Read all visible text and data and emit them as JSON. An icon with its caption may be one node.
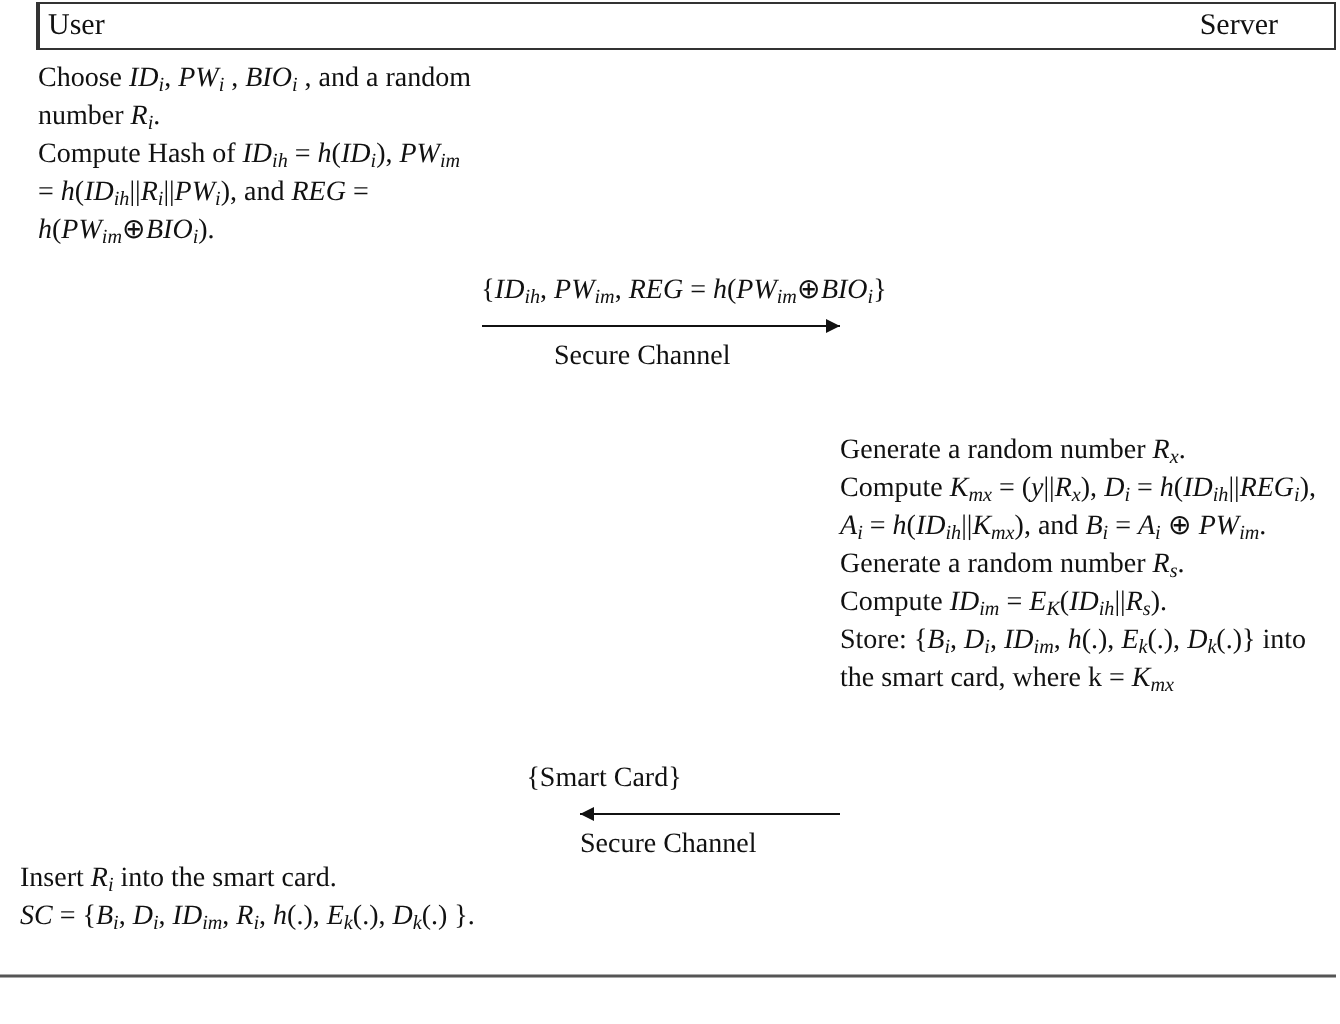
{
  "diagram": {
    "nodes": [
      {
        "text": [
          "User",
          "Server"
        ]
      },
      {
        "text": [
          "Choose *ID*$_{i}$, *PW*$_{i}$ ,  *BIO*$_{i}$ , and a random number *R*$_{i}$.",
          "Compute Hash of *ID*$_{ih}$ = *h*(*ID*$_{i}$), *PW*$_{im}$ = *h*(*ID*$_{ih}$||*R*$_{i}$||*PW*$_{i}$), and *REG* = *h*(*PW*$_{im}$⊕*BIO*$_{i}$)."
        ]
      },
      {
        "text": [
          "Generate a random number *R*$_{x}$.",
          "Compute *K*$_{mx}$ = (*y*||*R*$_{x}$), *D*$_{i}$ = *h*(*ID*$_{ih}$||*REG*$_{i}$), *A*$_{i}$ = *h*(*ID*$_{ih}$||*K*$_{mx}$), and *B*$_{i}$ = *A*$_{i}$ ⊕  *PW*$_{im}$.",
          "Generate a random number *R*$_{s}$.",
          "Compute *ID*$_{im}$ = *E*$_{K}$(*ID*$_{ih}$||*R*$_{s}$).",
          "Store: {*B*$_{i}$, *D*$_{i}$, *ID*$_{im}$, *h*(.), *E*$_{k}$(.), *D*$_{k}$(.)} into the smart card, where k = *K*$_{mx}$"
        ]
      },
      {
        "text": [
          "Insert *R*$_{i}$ into the smart card.",
          "*SC* = {*B*$_{i}$, *D*$_{i}$, *ID*$_{im}$, *R*$_{i}$, *h*(.), *E*$_{k}$(.), *D*$_{k}$(.) }."
        ]
      }
    ],
    "edges": [
      {
        "from": 1,
        "to": 2,
        "arrow": "to",
        "label": "{*ID*$_{ih}$, *PW*$_{im}$, *REG* = *h*(*PW*$_{im}$⊕*BIO*$_{i}$}"
      },
      {
        "from": 2,
        "to": 3,
        "arrow": "to",
        "label": "{Smart Card}"
      }
    ],
    "labels": [
      "Secure Channel",
      "Secure Channel"
    ]
  }
}
